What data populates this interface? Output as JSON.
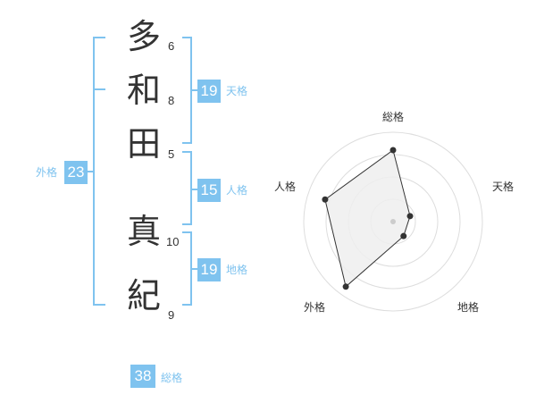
{
  "name": {
    "characters": [
      {
        "char": "多",
        "strokes": "6"
      },
      {
        "char": "和",
        "strokes": "8"
      },
      {
        "char": "田",
        "strokes": "5"
      },
      {
        "char": "真",
        "strokes": "10"
      },
      {
        "char": "紀",
        "strokes": "9"
      }
    ]
  },
  "scores": {
    "tenkaku": {
      "label": "天格",
      "value": "19"
    },
    "jinkaku": {
      "label": "人格",
      "value": "15"
    },
    "chikaku": {
      "label": "地格",
      "value": "19"
    },
    "gaikaku": {
      "label": "外格",
      "value": "23"
    },
    "soukaku": {
      "label": "総格",
      "value": "38"
    }
  },
  "radar": {
    "labels": {
      "top": "総格",
      "right": "天格",
      "bottom_right": "地格",
      "bottom_left": "外格",
      "left": "人格"
    },
    "colors": {
      "fill": "#eeeeee",
      "stroke": "#333333",
      "grid": "#dddddd"
    },
    "levels": 4,
    "values": {
      "soukaku": 0.8,
      "tenkaku": 0.2,
      "chikaku": 0.2,
      "gaikaku": 0.9,
      "jinkaku": 0.8
    }
  }
}
